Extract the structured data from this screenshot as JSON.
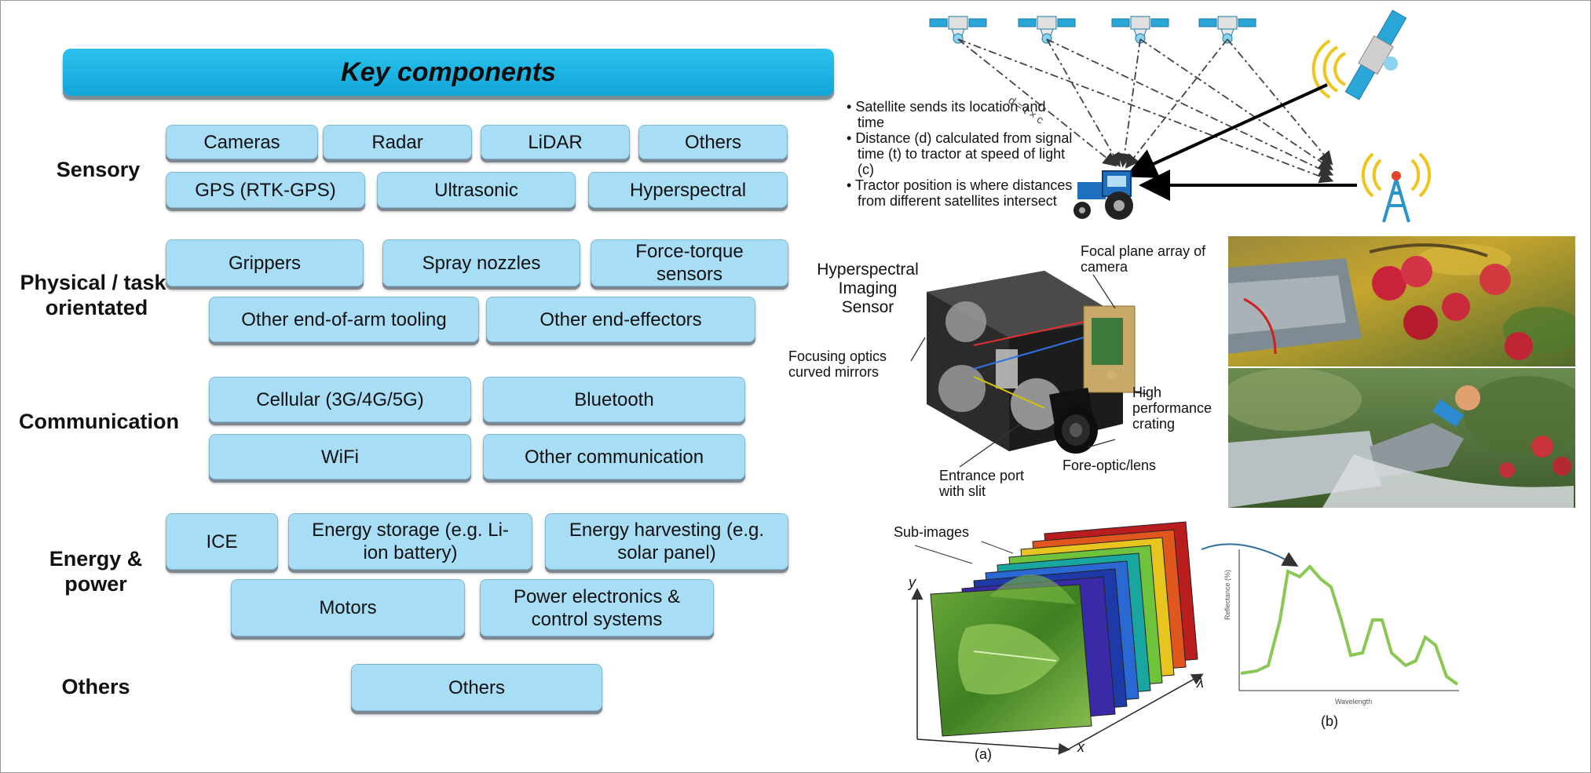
{
  "title": "Key components",
  "categories": {
    "sensory": "Sensory",
    "physical": "Physical / task-orientated",
    "communication": "Communication",
    "energy": "Energy & power",
    "others": "Others"
  },
  "sensory_items": [
    "Cameras",
    "Radar",
    "LiDAR",
    "Others",
    "GPS (RTK-GPS)",
    "Ultrasonic",
    "Hyperspectral"
  ],
  "physical_items": [
    "Grippers",
    "Spray nozzles",
    "Force-torque sensors",
    "Other end-of-arm tooling",
    "Other end-effectors"
  ],
  "communication_items": [
    "Cellular (3G/4G/5G)",
    "Bluetooth",
    "WiFi",
    "Other communication"
  ],
  "energy_items": [
    "ICE",
    "Energy storage (e.g. Li-ion battery)",
    "Energy harvesting (e.g. solar panel)",
    "Motors",
    "Power electronics & control systems"
  ],
  "others_items": [
    "Others"
  ],
  "gps": {
    "bullets": [
      "Satellite sends its location and time",
      "Distance (d) calculated from signal time (t) to tractor at speed of light (c)",
      "Tractor position is where distances from different satellites intersect"
    ],
    "formula": "d = t × c"
  },
  "hyperspectral_camera": {
    "title": "Hyperspectral Imaging Sensor",
    "labels": {
      "focal_plane": "Focal plane array of camera",
      "focusing_optics": "Focusing optics curved mirrors",
      "high_performance": "High performance crating",
      "fore_optic": "Fore-optic/lens",
      "entrance_port": "Entrance port with slit"
    }
  },
  "hypercube": {
    "sub_images": "Sub-images",
    "label_a": "(a)",
    "label_b": "(b)",
    "axes": {
      "x": "x",
      "y": "y",
      "lambda": "λ"
    },
    "spectrum_ylabel": "Reflectance (%)",
    "spectrum_xlabel": "Wavelength"
  },
  "colors": {
    "header": "#17b1e2",
    "box_fill": "#a8ddf6",
    "spectrum_line": "#7cc242",
    "tractor": "#1f6fbf"
  }
}
